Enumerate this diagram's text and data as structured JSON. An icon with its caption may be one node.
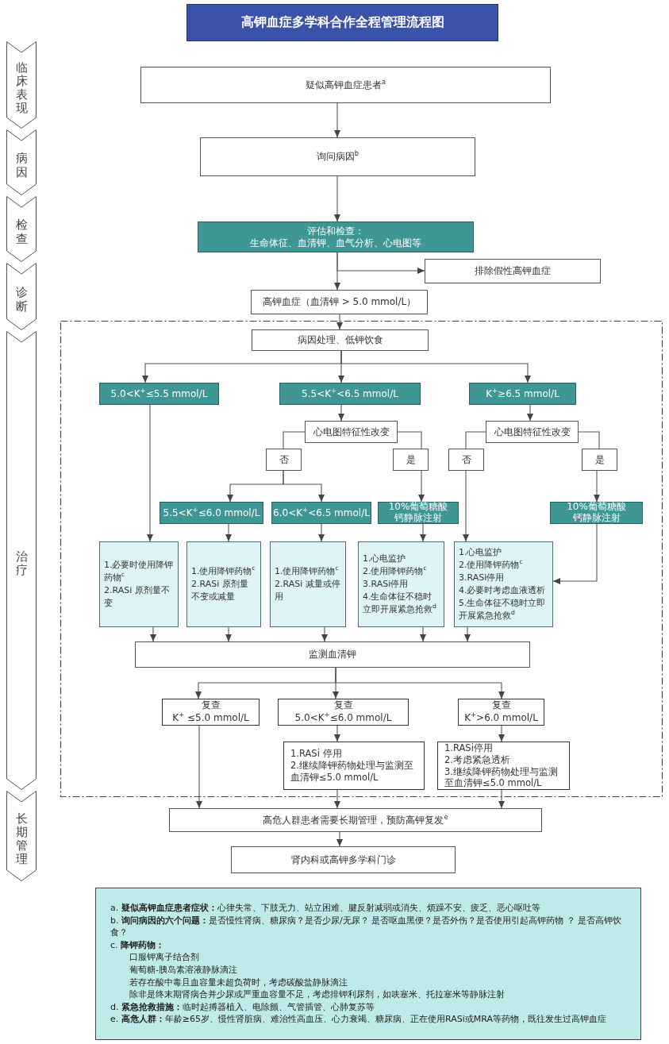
{
  "diagram": {
    "title": "高钾血症多学科合作全程管理流程图",
    "nodes": [
      {
        "text": [
          "临床表现"
        ]
      },
      {
        "text": [
          "病因"
        ]
      },
      {
        "text": [
          "检查"
        ]
      },
      {
        "text": [
          "诊断"
        ]
      },
      {
        "text": [
          "治疗"
        ]
      },
      {
        "text": [
          "长期管理"
        ]
      },
      {
        "text": [
          "疑似高钾血症患者$^{a}$"
        ]
      },
      {
        "text": [
          "询问病因$^{b}$"
        ]
      },
      {
        "text": [
          "评估和检查：",
          "生命体征、血清钾、血气分析、心电图等"
        ]
      },
      {
        "text": [
          "排除假性高钾血症"
        ]
      },
      {
        "text": [
          "高钾血症（血清钾 > 5.0 mmol/L）"
        ]
      },
      {
        "text": [],
        "shape": "box"
      },
      {
        "text": [
          "病因处理、低钾饮食"
        ],
        "in": 11
      },
      {
        "text": [
          "5.0<K$^{+}$≤5.5 mmol/L"
        ],
        "in": 11
      },
      {
        "text": [
          "5.5<K$^{+}$<6.5 mmol/L"
        ],
        "in": 11
      },
      {
        "text": [
          "K$^{+}$≥6.5 mmol/L"
        ],
        "in": 11
      },
      {
        "text": [
          "心电图特征性改变"
        ],
        "in": 11
      },
      {
        "text": [
          "否"
        ],
        "in": 11
      },
      {
        "text": [
          "是"
        ],
        "in": 11
      },
      {
        "text": [
          "5.5<K$^{+}$≤6.0 mmol/L"
        ],
        "in": 11
      },
      {
        "text": [
          "6.0<K$^{+}$<6.5 mmol/L"
        ],
        "in": 11
      },
      {
        "text": [
          "10%葡萄糖酸钙静脉注射"
        ],
        "in": 11
      },
      {
        "text": [
          "心电图特征性改变"
        ],
        "in": 11
      },
      {
        "text": [
          "否"
        ],
        "in": 11
      },
      {
        "text": [
          "是"
        ],
        "in": 11
      },
      {
        "text": [
          "10%葡萄糖酸钙静脉注射"
        ],
        "in": 11
      },
      {
        "text": [
          "1.必要时使用降钾药物$^{c}$",
          "2.RASi 原剂量不变"
        ],
        "in": 11
      },
      {
        "text": [
          "1.使用降钾药物$^{c}$",
          "2.RASi 原剂量不变或减量"
        ],
        "in": 11
      },
      {
        "text": [
          "1.使用降钾药物$^{c}$",
          "2.RASi 减量或停用"
        ],
        "in": 11
      },
      {
        "text": [
          "1.心电监护",
          "2.使用降钾药物$^{c}$",
          "3.RASi停用",
          "4.生命体征不稳时立即开展紧急抢救$^{d}$"
        ],
        "in": 11
      },
      {
        "text": [
          "1.心电监护",
          "2.使用降钾药物$^{c}$",
          "3.RASi停用",
          "4.必要时考虑血液透析",
          "5.生命体征不稳时立即开展紧急抢救$^{d}$"
        ],
        "in": 11
      },
      {
        "text": [
          "监测血清钾"
        ],
        "in": 11
      },
      {
        "text": [
          "复查",
          "K$^{+}$ ≤5.0 mmol/L"
        ],
        "in": 11
      },
      {
        "text": [
          "复查",
          "5.0<K$^{+}$≤6.0 mmol/L"
        ],
        "in": 11
      },
      {
        "text": [
          "复查",
          "K$^{+}$>6.0 mmol/L"
        ],
        "in": 11
      },
      {
        "text": [
          "1.RASi 停用",
          "2.继续降钾药物处理与监测至血清钾≤5.0 mmol/L"
        ],
        "in": 11
      },
      {
        "text": [
          "1.RASi停用",
          "2.考虑紧急透析",
          "3.继续降钾药物处理与监测至血清钾≤5.0 mmol/L"
        ],
        "in": 11
      },
      {
        "text": [
          "高危人群患者需要长期管理，预防高钾复发$^{e}$"
        ]
      },
      {
        "text": [
          "肾内科或高钾多学科门诊"
        ]
      },
      {
        "text": [
          "a. **疑似高钾血症患者症状：**心律失常、下肢无力、站立困难、腱反射减弱或消失、烦躁不安、疲乏、恶心呕吐等",
          "b. **询问病因的六个问题：**是否慢性肾病、糖尿病？是否少尿/无尿？ 是否呕血黑便？是否外伤？是否使用引起高钾药物 ？ 是否高钾饮食？",
          "c. **降钾药物：**",
          "口服钾离子结合剂",
          "葡萄糖-胰岛素溶液静脉滴注",
          "若存在酸中毒且血容量未超负荷时，考虑碳酸盐静脉滴注",
          "除非是终末期肾病合并少尿或严重血容量不足，考虑排钾利尿剂，如呋塞米、托拉塞米等静脉注射",
          "d. **紧急抢救措施：**临时起搏器植入、电除颤、气管插管、心肺复苏等",
          "e. **高危人群：**年龄≥65岁、慢性肾脏病、难治性高血压、心力衰竭、糖尿病、正在使用RASi或MRA等药物，既往发生过高钾血症"
        ]
      }
    ],
    "edges": [
      {
        "from": 6,
        "to": 7,
        "arrow": "to"
      },
      {
        "from": 7,
        "to": 8,
        "arrow": "to"
      },
      {
        "from": 8,
        "to": 9,
        "arrow": "to"
      },
      {
        "from": 8,
        "to": 10,
        "arrow": "to"
      },
      {
        "from": 10,
        "to": 12,
        "arrow": "to"
      },
      {
        "from": 12,
        "to": 13,
        "arrow": "to"
      },
      {
        "from": 12,
        "to": 14,
        "arrow": "to"
      },
      {
        "from": 12,
        "to": 15,
        "arrow": "to"
      },
      {
        "from": 14,
        "to": 16,
        "arrow": "to"
      },
      {
        "from": 16,
        "to": 17,
        "arrow": "none"
      },
      {
        "from": 16,
        "to": 18,
        "arrow": "none"
      },
      {
        "from": 17,
        "to": 19,
        "arrow": "to"
      },
      {
        "from": 17,
        "to": 20,
        "arrow": "to"
      },
      {
        "from": 18,
        "to": 21,
        "arrow": "to"
      },
      {
        "from": 15,
        "to": 22,
        "arrow": "to"
      },
      {
        "from": 22,
        "to": 23,
        "arrow": "none"
      },
      {
        "from": 22,
        "to": 24,
        "arrow": "none"
      },
      {
        "from": 23,
        "to": 30,
        "arrow": "to"
      },
      {
        "from": 24,
        "to": 25,
        "arrow": "to"
      },
      {
        "from": 25,
        "to": 30,
        "arrow": "to"
      },
      {
        "from": 13,
        "to": 26,
        "arrow": "to"
      },
      {
        "from": 19,
        "to": 27,
        "arrow": "to"
      },
      {
        "from": 20,
        "to": 28,
        "arrow": "to"
      },
      {
        "from": 21,
        "to": 29,
        "arrow": "to"
      },
      {
        "from": 26,
        "to": 31,
        "arrow": "to"
      },
      {
        "from": 27,
        "to": 31,
        "arrow": "to"
      },
      {
        "from": 28,
        "to": 31,
        "arrow": "to"
      },
      {
        "from": 29,
        "to": 31,
        "arrow": "to"
      },
      {
        "from": 30,
        "to": 31,
        "arrow": "to"
      },
      {
        "from": 31,
        "to": 32,
        "arrow": "to"
      },
      {
        "from": 31,
        "to": 33,
        "arrow": "to"
      },
      {
        "from": 31,
        "to": 34,
        "arrow": "to"
      },
      {
        "from": 33,
        "to": 35,
        "arrow": "to"
      },
      {
        "from": 34,
        "to": 36,
        "arrow": "to"
      },
      {
        "from": 32,
        "to": 37,
        "arrow": "to"
      },
      {
        "from": 35,
        "to": 37,
        "arrow": "to"
      },
      {
        "from": 36,
        "to": 37,
        "arrow": "to"
      },
      {
        "from": 37,
        "to": 38,
        "arrow": "to"
      }
    ]
  }
}
